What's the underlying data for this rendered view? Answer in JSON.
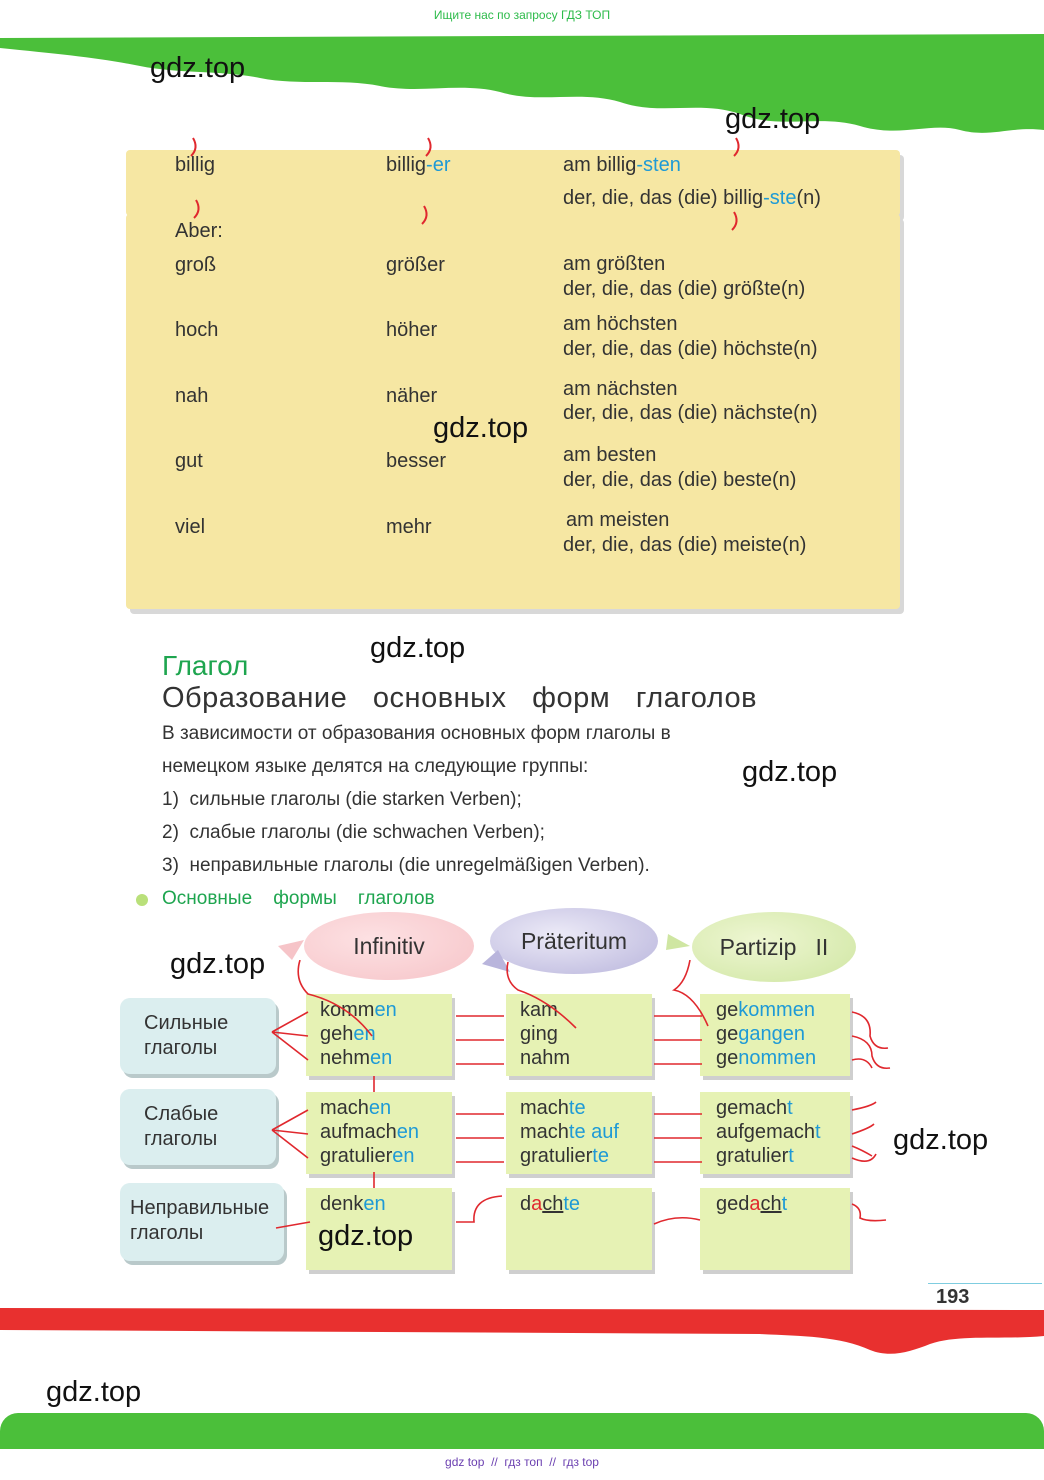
{
  "header_note": "Ищите нас по запросу ГДЗ ТОП",
  "footer_note": "gdz top  //  гдз топ  //  гдз top",
  "watermark": "gdz.top",
  "table": {
    "row_billig": [
      "billig",
      "billig",
      "-er",
      "am billig",
      "-sten",
      "der, die, das (die) billig",
      "-ste",
      "(n)"
    ],
    "aber": "Aber:",
    "rows": [
      {
        "pos": "groß",
        "comp": "größer",
        "sup1": "am größten",
        "sup2": "der, die, das (die) größte(n)"
      },
      {
        "pos": "hoch",
        "comp": "höher",
        "sup1": "am höchsten",
        "sup2": "der, die, das (die) höchste(n)"
      },
      {
        "pos": "nah",
        "comp": "näher",
        "sup1": "am nächsten",
        "sup2": "der, die, das (die) nächste(n)"
      },
      {
        "pos": "gut",
        "comp": "besser",
        "sup1": "am besten",
        "sup2": "der, die, das (die) beste(n)"
      },
      {
        "pos": "viel",
        "comp": "mehr",
        "sup1": "am meisten",
        "sup2": "der, die, das (die) meiste(n)"
      }
    ]
  },
  "section": {
    "title": "Глагол",
    "heading": "Образование   основных   форм   глаголов",
    "para1": "В зависимости от образования основных форм глаголы в",
    "para2": "немецком языке делятся на следующие группы:",
    "list": [
      "1)  сильные глаголы (die starken Verben);",
      "2)  слабые глаголы (die schwachen Verben);",
      "3)  неправильные глаголы (die unregelmäßigen Verben)."
    ],
    "subheading": "Основные    формы    глаголов"
  },
  "diagram": {
    "heads": [
      "Infinitiv",
      "Präteritum",
      "Partizip   II"
    ],
    "groups": [
      "Сильные глаголы",
      "Слабые глаголы",
      "Неправильные глаголы"
    ],
    "strong": {
      "inf": [
        [
          "komm",
          "en"
        ],
        [
          "geh",
          "en"
        ],
        [
          "nehm",
          "en"
        ]
      ],
      "prat": [
        "kam",
        "ging",
        "nahm"
      ],
      "part": [
        [
          "ge",
          "kommen"
        ],
        [
          "ge",
          "gangen"
        ],
        [
          "ge",
          "nommen"
        ]
      ]
    },
    "weak": {
      "inf": [
        [
          "mach",
          "en"
        ],
        [
          "aufmach",
          "en"
        ],
        [
          "gratulier",
          "en"
        ]
      ],
      "prat": [
        [
          "mach",
          "te"
        ],
        [
          "mach",
          "te auf"
        ],
        [
          "gratulier",
          "te"
        ]
      ],
      "part": [
        [
          "ge",
          "mach",
          "t"
        ],
        [
          "aufge",
          "mach",
          "t"
        ],
        [
          "gratulier",
          "t"
        ]
      ]
    },
    "irregular": {
      "inf": [
        "denk",
        "en"
      ],
      "prat": [
        "d",
        "a",
        "ch",
        "te"
      ],
      "part": [
        "ge",
        "d",
        "a",
        "ch",
        "t"
      ]
    }
  },
  "page_number": "193",
  "colors": {
    "green_band": "#4bbf3a",
    "red_band": "#e8302f",
    "paper": "#f6e7a3",
    "verb_box": "#e6f2b4",
    "group_box": "#dbeeef",
    "accent_blue": "#1e9ad6",
    "accent_green": "#1ea54f"
  }
}
